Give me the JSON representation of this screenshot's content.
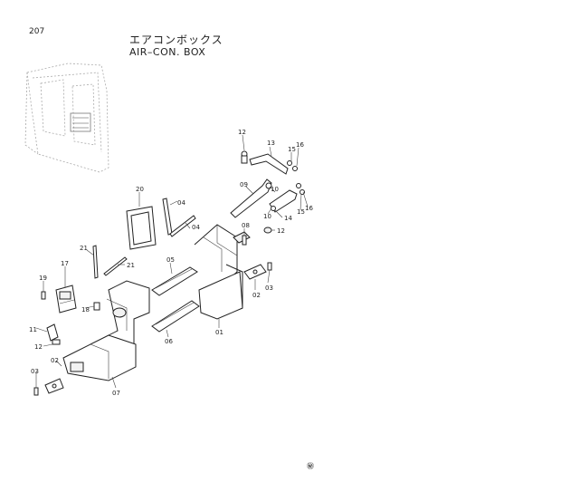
{
  "page": {
    "number": "207",
    "footer_mark": "㊙"
  },
  "title": {
    "japanese": "エアコンボックス",
    "english": "AIR–CON. BOX"
  },
  "callouts": {
    "c12a": "12",
    "c13": "13",
    "c15a": "15",
    "c16a": "16",
    "c09": "09",
    "c10a": "10",
    "c14": "14",
    "c10b": "10",
    "c15b": "15",
    "c16b": "16",
    "c08": "08",
    "c12b": "12",
    "c20": "20",
    "c04a": "04",
    "c04b": "04",
    "c21a": "21",
    "c21b": "21",
    "c05": "05",
    "c17": "17",
    "c19": "19",
    "c18": "18",
    "c02a": "02",
    "c03a": "03",
    "c01": "01",
    "c06": "06",
    "c11": "11",
    "c12c": "12",
    "c02b": "02",
    "c03b": "03",
    "c07": "07"
  }
}
